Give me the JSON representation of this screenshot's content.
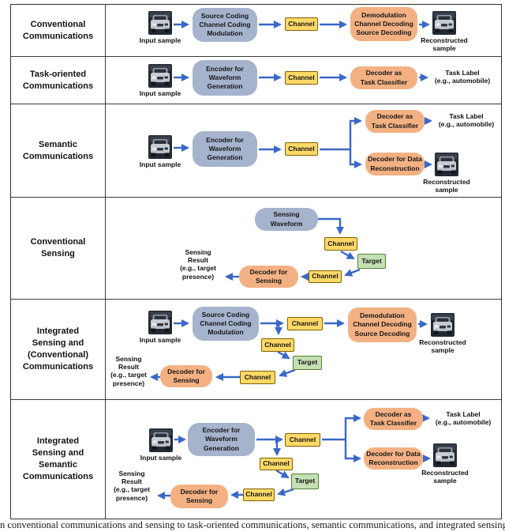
{
  "figure": {
    "rows": [
      {
        "title": "Conventional\nCommunications"
      },
      {
        "title": "Task-oriented\nCommunications"
      },
      {
        "title": "Semantic\nCommunications"
      },
      {
        "title": "Conventional\nSensing"
      },
      {
        "title": "Integrated\nSensing and\n(Conventional)\nCommunications"
      },
      {
        "title": "Integrated\nSensing and\nSemantic\nCommunications"
      }
    ],
    "nodes": {
      "source_coding": "Source Coding\nChannel Coding\nModulation",
      "encoder": "Encoder for\nWaveform\nGeneration",
      "sensing_waveform": "Sensing\nWaveform",
      "channel": "Channel",
      "target": "Target",
      "demodulation": "Demodulation\nChannel Decoding\nSource Decoding",
      "decoder_task": "Decoder as\nTask Classifier",
      "decoder_data": "Decoder for Data\nReconstruction",
      "decoder_sensing": "Decoder for\nSensing"
    },
    "labels": {
      "input_sample": "Input sample",
      "reconstructed_sample": "Reconstructed\nsample",
      "task_label": "Task Label\n(e.g., automobile)",
      "sensing_result": "Sensing\nResult\n(e.g., target\npresence)"
    },
    "colors": {
      "encoder_fill": "#a5b3cd",
      "decoder_fill": "#f3b183",
      "channel_fill": "#ffd966",
      "channel_border": "#7f6000",
      "target_fill": "#c5e0b3",
      "target_border": "#538135",
      "arrow_blue": "#3968c8"
    }
  },
  "caption": "n conventional communications and sensing to task-oriented communications, semantic communications, and integrated sensing and comm"
}
